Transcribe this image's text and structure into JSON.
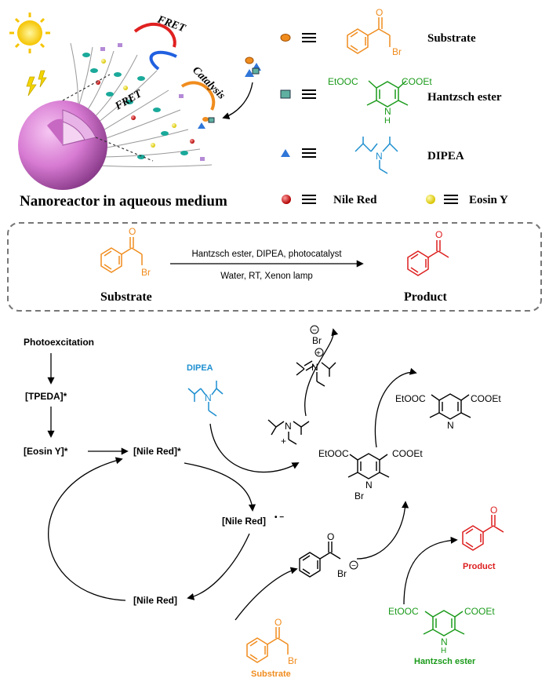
{
  "colors": {
    "orange": "#f0821e",
    "green": "#1a9a1a",
    "blue": "#1e8fd0",
    "red": "#dd1e1e",
    "sphere": "#d97ad3",
    "dashed_box": "#777777"
  },
  "top_panel": {
    "caption": "Nanoreactor in aqueous medium",
    "fret_label_1": "FRET",
    "fret_label_2": "FRET",
    "catalysis_label": "Catalysis",
    "icons": [
      "sun-icon",
      "lightning-icon",
      "nanoreactor-sphere-icon"
    ],
    "legend": {
      "substrate": "Substrate",
      "hantzsch_ester": "Hantzsch ester",
      "dipea": "DIPEA",
      "nile_red": "Nile Red",
      "eosin_y": "Eosin Y",
      "ester_left": "EtOOC",
      "ester_right": "COOEt",
      "nh": "N",
      "h": "H",
      "amine_n": "N",
      "br": "Br",
      "o": "O"
    }
  },
  "reaction_box": {
    "conditions_top": "Hantzsch ester, DIPEA, photocatalyst",
    "conditions_bottom": "Water, RT, Xenon lamp",
    "substrate_label": "Substrate",
    "product_label": "Product",
    "br": "Br",
    "o": "O"
  },
  "mechanism": {
    "photoexcitation": "Photoexcitation",
    "tpeda": "[TPEDA]*",
    "eosin_y": "[Eosin Y]*",
    "nile_red_excited": "[Nile Red]*",
    "nile_red_radical_anion": "[Nile Red]",
    "radical_anion_superscript": "• −",
    "nile_red_ground": "[Nile Red]",
    "dipea_label": "DIPEA",
    "product_label": "Product",
    "substrate_label": "Substrate",
    "hantzsch_label": "Hantzsch ester",
    "ester_left": "EtOOC",
    "ester_right": "COOEt",
    "br": "Br",
    "br_minus": "Br",
    "minus": "−",
    "plus": "+",
    "n": "N",
    "h": "H",
    "o": "O"
  }
}
